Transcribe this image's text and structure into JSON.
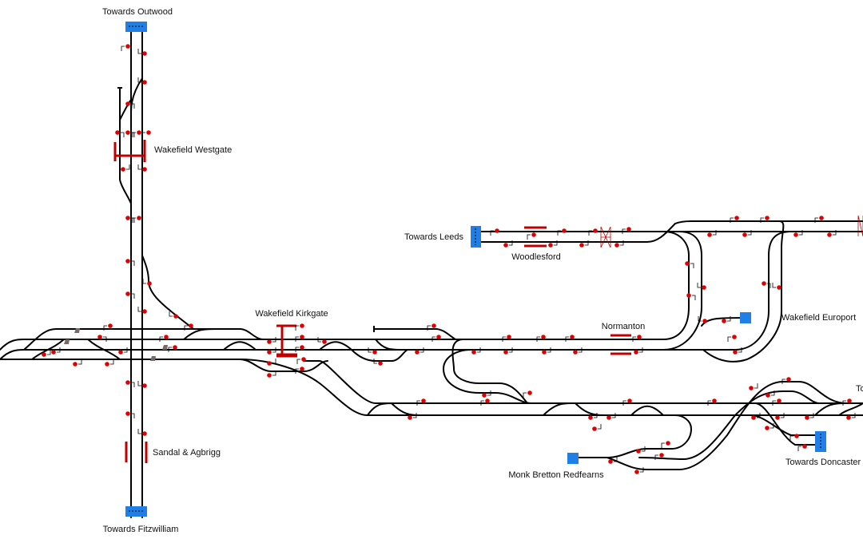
{
  "diagram": {
    "colors": {
      "track": "#000000",
      "signal": "#e00000",
      "platform": "#c00000",
      "boundary": "#1f7fe6",
      "shunt_signal": "#7a6a66"
    },
    "labels": {
      "towards_outwood": "Towards Outwood",
      "wakefield_westgate": "Wakefield Westgate",
      "towards_leeds": "Towards Leeds",
      "woodlesford": "Woodlesford",
      "wakefield_kirkgate": "Wakefield Kirkgate",
      "normanton": "Normanton",
      "wakefield_europort": "Wakefield Europort",
      "towards_doncaster": "Towards Doncaster",
      "towards_right_partial": "To",
      "monk_bretton": "Monk Bretton Redfearns",
      "sandal_agbrigg": "Sandal & Agbrigg",
      "towards_fitzwilliam": "Towards Fitzwilliam"
    }
  }
}
